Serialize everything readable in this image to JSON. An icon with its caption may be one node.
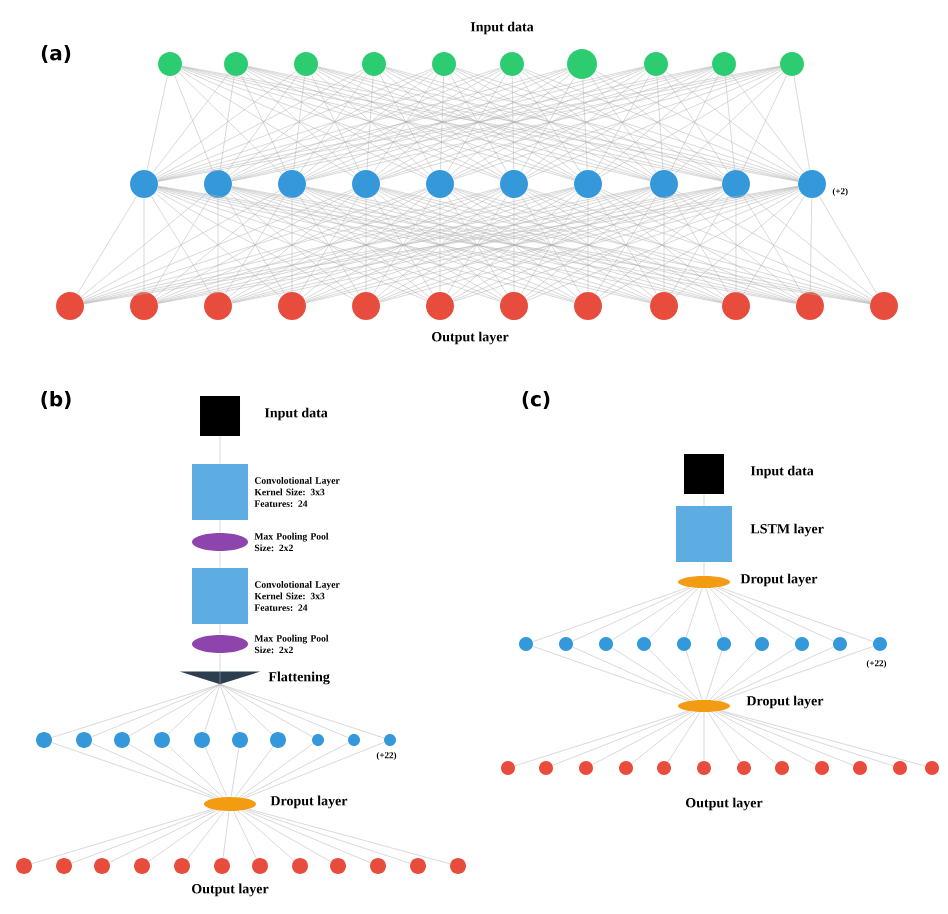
{
  "diagram": {
    "nodes": [
      {
        "text": [],
        "shape": "circle"
      },
      {
        "text": [],
        "shape": "circle"
      },
      {
        "text": [],
        "shape": "circle"
      },
      {
        "text": [],
        "shape": "circle"
      },
      {
        "text": [],
        "shape": "circle"
      },
      {
        "text": [],
        "shape": "circle"
      },
      {
        "text": [],
        "shape": "circle"
      },
      {
        "text": [],
        "shape": "circle"
      },
      {
        "text": [],
        "shape": "circle"
      },
      {
        "text": [],
        "shape": "circle"
      },
      {
        "text": [],
        "shape": "circle"
      },
      {
        "text": [],
        "shape": "circle"
      },
      {
        "text": [],
        "shape": "circle"
      },
      {
        "text": [],
        "shape": "circle"
      },
      {
        "text": [],
        "shape": "circle"
      },
      {
        "text": [],
        "shape": "circle"
      },
      {
        "text": [],
        "shape": "circle"
      },
      {
        "text": [],
        "shape": "circle"
      },
      {
        "text": [],
        "shape": "circle"
      },
      {
        "text": [],
        "shape": "circle",
        "beside": [
          "(+2)"
        ]
      },
      {
        "text": [],
        "shape": "circle"
      },
      {
        "text": [],
        "shape": "circle"
      },
      {
        "text": [],
        "shape": "circle"
      },
      {
        "text": [],
        "shape": "circle"
      },
      {
        "text": [],
        "shape": "circle"
      },
      {
        "text": [],
        "shape": "circle"
      },
      {
        "text": [],
        "shape": "circle"
      },
      {
        "text": [],
        "shape": "circle"
      },
      {
        "text": [],
        "shape": "circle"
      },
      {
        "text": [],
        "shape": "circle"
      },
      {
        "text": [],
        "shape": "circle"
      },
      {
        "text": [],
        "shape": "circle"
      },
      {
        "text": [],
        "shape": "box",
        "beside": [
          "Input data"
        ]
      },
      {
        "text": [],
        "shape": "box",
        "beside": [
          "Convolotional Layer Kernel Size: 3x3 Features: 24"
        ]
      },
      {
        "text": [],
        "shape": "ellipse",
        "beside": [
          "Max Pooling Pool Size: 2x2"
        ]
      },
      {
        "text": [],
        "shape": "box",
        "beside": [
          "Convolotional Layer Kernel Size: 3x3 Features: 24"
        ]
      },
      {
        "text": [],
        "shape": "ellipse",
        "beside": [
          "Max Pooling Pool Size: 2x2"
        ]
      },
      {
        "text": [],
        "shape": "triangle",
        "beside": [
          "Flattening"
        ]
      },
      {
        "text": [],
        "shape": "circle"
      },
      {
        "text": [],
        "shape": "circle"
      },
      {
        "text": [],
        "shape": "circle"
      },
      {
        "text": [],
        "shape": "circle"
      },
      {
        "text": [],
        "shape": "circle"
      },
      {
        "text": [],
        "shape": "circle"
      },
      {
        "text": [],
        "shape": "circle"
      },
      {
        "text": [],
        "shape": "circle"
      },
      {
        "text": [],
        "shape": "circle"
      },
      {
        "text": [],
        "shape": "circle",
        "beside": [
          "(+22)"
        ]
      },
      {
        "text": [],
        "shape": "ellipse",
        "beside": [
          "Droput layer"
        ]
      },
      {
        "text": [],
        "shape": "circle"
      },
      {
        "text": [],
        "shape": "circle"
      },
      {
        "text": [],
        "shape": "circle"
      },
      {
        "text": [],
        "shape": "circle"
      },
      {
        "text": [],
        "shape": "circle"
      },
      {
        "text": [],
        "shape": "circle"
      },
      {
        "text": [],
        "shape": "circle"
      },
      {
        "text": [],
        "shape": "circle"
      },
      {
        "text": [],
        "shape": "circle"
      },
      {
        "text": [],
        "shape": "circle"
      },
      {
        "text": [],
        "shape": "circle"
      },
      {
        "text": [],
        "shape": "circle"
      },
      {
        "text": [],
        "shape": "box",
        "beside": [
          "Input data"
        ]
      },
      {
        "text": [],
        "shape": "box",
        "beside": [
          "LSTM layer"
        ]
      },
      {
        "text": [],
        "shape": "ellipse",
        "beside": [
          "Droput layer"
        ]
      },
      {
        "text": [],
        "shape": "circle"
      },
      {
        "text": [],
        "shape": "circle"
      },
      {
        "text": [],
        "shape": "circle"
      },
      {
        "text": [],
        "shape": "circle"
      },
      {
        "text": [],
        "shape": "circle"
      },
      {
        "text": [],
        "shape": "circle"
      },
      {
        "text": [],
        "shape": "circle"
      },
      {
        "text": [],
        "shape": "circle"
      },
      {
        "text": [],
        "shape": "circle"
      },
      {
        "text": [],
        "shape": "circle",
        "beside": [
          "(+22)"
        ]
      },
      {
        "text": [],
        "shape": "ellipse",
        "beside": [
          "Droput layer"
        ]
      },
      {
        "text": [],
        "shape": "circle"
      },
      {
        "text": [],
        "shape": "circle"
      },
      {
        "text": [],
        "shape": "circle"
      },
      {
        "text": [],
        "shape": "circle"
      },
      {
        "text": [],
        "shape": "circle"
      },
      {
        "text": [],
        "shape": "circle"
      },
      {
        "text": [],
        "shape": "circle"
      },
      {
        "text": [],
        "shape": "circle"
      },
      {
        "text": [],
        "shape": "circle"
      },
      {
        "text": [],
        "shape": "circle"
      },
      {
        "text": [],
        "shape": "circle"
      },
      {
        "text": [],
        "shape": "circle"
      }
    ],
    "edges": [
      {
        "from": 0,
        "to": 10,
        "arrow": "none"
      },
      {
        "from": 0,
        "to": 11,
        "arrow": "none"
      },
      {
        "from": 0,
        "to": 12,
        "arrow": "none"
      },
      {
        "from": 0,
        "to": 13,
        "arrow": "none"
      },
      {
        "from": 0,
        "to": 14,
        "arrow": "none"
      },
      {
        "from": 0,
        "to": 15,
        "arrow": "none"
      },
      {
        "from": 0,
        "to": 16,
        "arrow": "none"
      },
      {
        "from": 0,
        "to": 17,
        "arrow": "none"
      },
      {
        "from": 0,
        "to": 18,
        "arrow": "none"
      },
      {
        "from": 0,
        "to": 19,
        "arrow": "none"
      },
      {
        "from": 1,
        "to": 10,
        "arrow": "none"
      },
      {
        "from": 1,
        "to": 11,
        "arrow": "none"
      },
      {
        "from": 1,
        "to": 12,
        "arrow": "none"
      },
      {
        "from": 1,
        "to": 13,
        "arrow": "none"
      },
      {
        "from": 1,
        "to": 14,
        "arrow": "none"
      },
      {
        "from": 1,
        "to": 15,
        "arrow": "none"
      },
      {
        "from": 1,
        "to": 16,
        "arrow": "none"
      },
      {
        "from": 1,
        "to": 17,
        "arrow": "none"
      },
      {
        "from": 1,
        "to": 18,
        "arrow": "none"
      },
      {
        "from": 1,
        "to": 19,
        "arrow": "none"
      },
      {
        "from": 2,
        "to": 10,
        "arrow": "none"
      },
      {
        "from": 2,
        "to": 11,
        "arrow": "none"
      },
      {
        "from": 2,
        "to": 12,
        "arrow": "none"
      },
      {
        "from": 2,
        "to": 13,
        "arrow": "none"
      },
      {
        "from": 2,
        "to": 14,
        "arrow": "none"
      },
      {
        "from": 2,
        "to": 15,
        "arrow": "none"
      },
      {
        "from": 2,
        "to": 16,
        "arrow": "none"
      },
      {
        "from": 2,
        "to": 17,
        "arrow": "none"
      },
      {
        "from": 2,
        "to": 18,
        "arrow": "none"
      },
      {
        "from": 2,
        "to": 19,
        "arrow": "none"
      },
      {
        "from": 3,
        "to": 10,
        "arrow": "none"
      },
      {
        "from": 3,
        "to": 11,
        "arrow": "none"
      },
      {
        "from": 3,
        "to": 12,
        "arrow": "none"
      },
      {
        "from": 3,
        "to": 13,
        "arrow": "none"
      },
      {
        "from": 3,
        "to": 14,
        "arrow": "none"
      },
      {
        "from": 3,
        "to": 15,
        "arrow": "none"
      },
      {
        "from": 3,
        "to": 16,
        "arrow": "none"
      },
      {
        "from": 3,
        "to": 17,
        "arrow": "none"
      },
      {
        "from": 3,
        "to": 18,
        "arrow": "none"
      },
      {
        "from": 3,
        "to": 19,
        "arrow": "none"
      },
      {
        "from": 4,
        "to": 10,
        "arrow": "none"
      },
      {
        "from": 4,
        "to": 11,
        "arrow": "none"
      },
      {
        "from": 4,
        "to": 12,
        "arrow": "none"
      },
      {
        "from": 4,
        "to": 13,
        "arrow": "none"
      },
      {
        "from": 4,
        "to": 14,
        "arrow": "none"
      },
      {
        "from": 4,
        "to": 15,
        "arrow": "none"
      },
      {
        "from": 4,
        "to": 16,
        "arrow": "none"
      },
      {
        "from": 4,
        "to": 17,
        "arrow": "none"
      },
      {
        "from": 4,
        "to": 18,
        "arrow": "none"
      },
      {
        "from": 4,
        "to": 19,
        "arrow": "none"
      },
      {
        "from": 5,
        "to": 10,
        "arrow": "none"
      },
      {
        "from": 5,
        "to": 11,
        "arrow": "none"
      },
      {
        "from": 5,
        "to": 12,
        "arrow": "none"
      },
      {
        "from": 5,
        "to": 13,
        "arrow": "none"
      },
      {
        "from": 5,
        "to": 14,
        "arrow": "none"
      },
      {
        "from": 5,
        "to": 15,
        "arrow": "none"
      },
      {
        "from": 5,
        "to": 16,
        "arrow": "none"
      },
      {
        "from": 5,
        "to": 17,
        "arrow": "none"
      },
      {
        "from": 5,
        "to": 18,
        "arrow": "none"
      },
      {
        "from": 5,
        "to": 19,
        "arrow": "none"
      },
      {
        "from": 6,
        "to": 10,
        "arrow": "none"
      },
      {
        "from": 6,
        "to": 11,
        "arrow": "none"
      },
      {
        "from": 6,
        "to": 12,
        "arrow": "none"
      },
      {
        "from": 6,
        "to": 13,
        "arrow": "none"
      },
      {
        "from": 6,
        "to": 14,
        "arrow": "none"
      },
      {
        "from": 6,
        "to": 15,
        "arrow": "none"
      },
      {
        "from": 6,
        "to": 16,
        "arrow": "none"
      },
      {
        "from": 6,
        "to": 17,
        "arrow": "none"
      },
      {
        "from": 6,
        "to": 18,
        "arrow": "none"
      },
      {
        "from": 6,
        "to": 19,
        "arrow": "none"
      },
      {
        "from": 7,
        "to": 10,
        "arrow": "none"
      },
      {
        "from": 7,
        "to": 11,
        "arrow": "none"
      },
      {
        "from": 7,
        "to": 12,
        "arrow": "none"
      },
      {
        "from": 7,
        "to": 13,
        "arrow": "none"
      },
      {
        "from": 7,
        "to": 14,
        "arrow": "none"
      },
      {
        "from": 7,
        "to": 15,
        "arrow": "none"
      },
      {
        "from": 7,
        "to": 16,
        "arrow": "none"
      },
      {
        "from": 7,
        "to": 17,
        "arrow": "none"
      },
      {
        "from": 7,
        "to": 18,
        "arrow": "none"
      },
      {
        "from": 7,
        "to": 19,
        "arrow": "none"
      },
      {
        "from": 8,
        "to": 10,
        "arrow": "none"
      },
      {
        "from": 8,
        "to": 11,
        "arrow": "none"
      },
      {
        "from": 8,
        "to": 12,
        "arrow": "none"
      },
      {
        "from": 8,
        "to": 13,
        "arrow": "none"
      },
      {
        "from": 8,
        "to": 14,
        "arrow": "none"
      },
      {
        "from": 8,
        "to": 15,
        "arrow": "none"
      },
      {
        "from": 8,
        "to": 16,
        "arrow": "none"
      },
      {
        "from": 8,
        "to": 17,
        "arrow": "none"
      },
      {
        "from": 8,
        "to": 18,
        "arrow": "none"
      },
      {
        "from": 8,
        "to": 19,
        "arrow": "none"
      },
      {
        "from": 9,
        "to": 10,
        "arrow": "none"
      },
      {
        "from": 9,
        "to": 11,
        "arrow": "none"
      },
      {
        "from": 9,
        "to": 12,
        "arrow": "none"
      },
      {
        "from": 9,
        "to": 13,
        "arrow": "none"
      },
      {
        "from": 9,
        "to": 14,
        "arrow": "none"
      },
      {
        "from": 9,
        "to": 15,
        "arrow": "none"
      },
      {
        "from": 9,
        "to": 16,
        "arrow": "none"
      },
      {
        "from": 9,
        "to": 17,
        "arrow": "none"
      },
      {
        "from": 9,
        "to": 18,
        "arrow": "none"
      },
      {
        "from": 9,
        "to": 19,
        "arrow": "none"
      },
      {
        "from": 10,
        "to": 20,
        "arrow": "none"
      },
      {
        "from": 10,
        "to": 21,
        "arrow": "none"
      },
      {
        "from": 10,
        "to": 22,
        "arrow": "none"
      },
      {
        "from": 10,
        "to": 23,
        "arrow": "none"
      },
      {
        "from": 10,
        "to": 24,
        "arrow": "none"
      },
      {
        "from": 10,
        "to": 25,
        "arrow": "none"
      },
      {
        "from": 10,
        "to": 26,
        "arrow": "none"
      },
      {
        "from": 10,
        "to": 27,
        "arrow": "none"
      },
      {
        "from": 10,
        "to": 28,
        "arrow": "none"
      },
      {
        "from": 10,
        "to": 29,
        "arrow": "none"
      },
      {
        "from": 10,
        "to": 30,
        "arrow": "none"
      },
      {
        "from": 10,
        "to": 31,
        "arrow": "none"
      },
      {
        "from": 11,
        "to": 20,
        "arrow": "none"
      },
      {
        "from": 11,
        "to": 21,
        "arrow": "none"
      },
      {
        "from": 11,
        "to": 22,
        "arrow": "none"
      },
      {
        "from": 11,
        "to": 23,
        "arrow": "none"
      },
      {
        "from": 11,
        "to": 24,
        "arrow": "none"
      },
      {
        "from": 11,
        "to": 25,
        "arrow": "none"
      },
      {
        "from": 11,
        "to": 26,
        "arrow": "none"
      },
      {
        "from": 11,
        "to": 27,
        "arrow": "none"
      },
      {
        "from": 11,
        "to": 28,
        "arrow": "none"
      },
      {
        "from": 11,
        "to": 29,
        "arrow": "none"
      },
      {
        "from": 11,
        "to": 30,
        "arrow": "none"
      },
      {
        "from": 11,
        "to": 31,
        "arrow": "none"
      },
      {
        "from": 12,
        "to": 20,
        "arrow": "none"
      },
      {
        "from": 12,
        "to": 21,
        "arrow": "none"
      },
      {
        "from": 12,
        "to": 22,
        "arrow": "none"
      },
      {
        "from": 12,
        "to": 23,
        "arrow": "none"
      },
      {
        "from": 12,
        "to": 24,
        "arrow": "none"
      },
      {
        "from": 12,
        "to": 25,
        "arrow": "none"
      },
      {
        "from": 12,
        "to": 26,
        "arrow": "none"
      },
      {
        "from": 12,
        "to": 27,
        "arrow": "none"
      },
      {
        "from": 12,
        "to": 28,
        "arrow": "none"
      },
      {
        "from": 12,
        "to": 29,
        "arrow": "none"
      },
      {
        "from": 12,
        "to": 30,
        "arrow": "none"
      },
      {
        "from": 12,
        "to": 31,
        "arrow": "none"
      },
      {
        "from": 13,
        "to": 20,
        "arrow": "none"
      },
      {
        "from": 13,
        "to": 21,
        "arrow": "none"
      },
      {
        "from": 13,
        "to": 22,
        "arrow": "none"
      },
      {
        "from": 13,
        "to": 23,
        "arrow": "none"
      },
      {
        "from": 13,
        "to": 24,
        "arrow": "none"
      },
      {
        "from": 13,
        "to": 25,
        "arrow": "none"
      },
      {
        "from": 13,
        "to": 26,
        "arrow": "none"
      },
      {
        "from": 13,
        "to": 27,
        "arrow": "none"
      },
      {
        "from": 13,
        "to": 28,
        "arrow": "none"
      },
      {
        "from": 13,
        "to": 29,
        "arrow": "none"
      },
      {
        "from": 13,
        "to": 30,
        "arrow": "none"
      },
      {
        "from": 13,
        "to": 31,
        "arrow": "none"
      },
      {
        "from": 14,
        "to": 20,
        "arrow": "none"
      },
      {
        "from": 14,
        "to": 21,
        "arrow": "none"
      },
      {
        "from": 14,
        "to": 22,
        "arrow": "none"
      },
      {
        "from": 14,
        "to": 23,
        "arrow": "none"
      },
      {
        "from": 14,
        "to": 24,
        "arrow": "none"
      },
      {
        "from": 14,
        "to": 25,
        "arrow": "none"
      },
      {
        "from": 14,
        "to": 26,
        "arrow": "none"
      },
      {
        "from": 14,
        "to": 27,
        "arrow": "none"
      },
      {
        "from": 14,
        "to": 28,
        "arrow": "none"
      },
      {
        "from": 14,
        "to": 29,
        "arrow": "none"
      },
      {
        "from": 14,
        "to": 30,
        "arrow": "none"
      },
      {
        "from": 14,
        "to": 31,
        "arrow": "none"
      },
      {
        "from": 15,
        "to": 20,
        "arrow": "none"
      },
      {
        "from": 15,
        "to": 21,
        "arrow": "none"
      },
      {
        "from": 15,
        "to": 22,
        "arrow": "none"
      },
      {
        "from": 15,
        "to": 23,
        "arrow": "none"
      },
      {
        "from": 15,
        "to": 24,
        "arrow": "none"
      },
      {
        "from": 15,
        "to": 25,
        "arrow": "none"
      },
      {
        "from": 15,
        "to": 26,
        "arrow": "none"
      },
      {
        "from": 15,
        "to": 27,
        "arrow": "none"
      },
      {
        "from": 15,
        "to": 28,
        "arrow": "none"
      },
      {
        "from": 15,
        "to": 29,
        "arrow": "none"
      },
      {
        "from": 15,
        "to": 30,
        "arrow": "none"
      },
      {
        "from": 15,
        "to": 31,
        "arrow": "none"
      },
      {
        "from": 16,
        "to": 20,
        "arrow": "none"
      },
      {
        "from": 16,
        "to": 21,
        "arrow": "none"
      },
      {
        "from": 16,
        "to": 22,
        "arrow": "none"
      },
      {
        "from": 16,
        "to": 23,
        "arrow": "none"
      },
      {
        "from": 16,
        "to": 24,
        "arrow": "none"
      },
      {
        "from": 16,
        "to": 25,
        "arrow": "none"
      },
      {
        "from": 16,
        "to": 26,
        "arrow": "none"
      },
      {
        "from": 16,
        "to": 27,
        "arrow": "none"
      },
      {
        "from": 16,
        "to": 28,
        "arrow": "none"
      },
      {
        "from": 16,
        "to": 29,
        "arrow": "none"
      },
      {
        "from": 16,
        "to": 30,
        "arrow": "none"
      },
      {
        "from": 16,
        "to": 31,
        "arrow": "none"
      },
      {
        "from": 17,
        "to": 20,
        "arrow": "none"
      },
      {
        "from": 17,
        "to": 21,
        "arrow": "none"
      },
      {
        "from": 17,
        "to": 22,
        "arrow": "none"
      },
      {
        "from": 17,
        "to": 23,
        "arrow": "none"
      },
      {
        "from": 17,
        "to": 24,
        "arrow": "none"
      },
      {
        "from": 17,
        "to": 25,
        "arrow": "none"
      },
      {
        "from": 17,
        "to": 26,
        "arrow": "none"
      },
      {
        "from": 17,
        "to": 27,
        "arrow": "none"
      },
      {
        "from": 17,
        "to": 28,
        "arrow": "none"
      },
      {
        "from": 17,
        "to": 29,
        "arrow": "none"
      },
      {
        "from": 17,
        "to": 30,
        "arrow": "none"
      },
      {
        "from": 17,
        "to": 31,
        "arrow": "none"
      },
      {
        "from": 18,
        "to": 20,
        "arrow": "none"
      },
      {
        "from": 18,
        "to": 21,
        "arrow": "none"
      },
      {
        "from": 18,
        "to": 22,
        "arrow": "none"
      },
      {
        "from": 18,
        "to": 23,
        "arrow": "none"
      },
      {
        "from": 18,
        "to": 24,
        "arrow": "none"
      },
      {
        "from": 18,
        "to": 25,
        "arrow": "none"
      },
      {
        "from": 18,
        "to": 26,
        "arrow": "none"
      },
      {
        "from": 18,
        "to": 27,
        "arrow": "none"
      },
      {
        "from": 18,
        "to": 28,
        "arrow": "none"
      },
      {
        "from": 18,
        "to": 29,
        "arrow": "none"
      },
      {
        "from": 18,
        "to": 30,
        "arrow": "none"
      },
      {
        "from": 18,
        "to": 31,
        "arrow": "none"
      },
      {
        "from": 19,
        "to": 20,
        "arrow": "none"
      },
      {
        "from": 19,
        "to": 21,
        "arrow": "none"
      },
      {
        "from": 19,
        "to": 22,
        "arrow": "none"
      },
      {
        "from": 19,
        "to": 23,
        "arrow": "none"
      },
      {
        "from": 19,
        "to": 24,
        "arrow": "none"
      },
      {
        "from": 19,
        "to": 25,
        "arrow": "none"
      },
      {
        "from": 19,
        "to": 26,
        "arrow": "none"
      },
      {
        "from": 19,
        "to": 27,
        "arrow": "none"
      },
      {
        "from": 19,
        "to": 28,
        "arrow": "none"
      },
      {
        "from": 19,
        "to": 29,
        "arrow": "none"
      },
      {
        "from": 19,
        "to": 30,
        "arrow": "none"
      },
      {
        "from": 19,
        "to": 31,
        "arrow": "none"
      },
      {
        "from": 32,
        "to": 33,
        "arrow": "none"
      },
      {
        "from": 33,
        "to": 34,
        "arrow": "none"
      },
      {
        "from": 34,
        "to": 35,
        "arrow": "none"
      },
      {
        "from": 35,
        "to": 36,
        "arrow": "none"
      },
      {
        "from": 36,
        "to": 37,
        "arrow": "none"
      },
      {
        "from": 37,
        "to": 38,
        "arrow": "none"
      },
      {
        "from": 37,
        "to": 39,
        "arrow": "none"
      },
      {
        "from": 37,
        "to": 40,
        "arrow": "none"
      },
      {
        "from": 37,
        "to": 41,
        "arrow": "none"
      },
      {
        "from": 37,
        "to": 42,
        "arrow": "none"
      },
      {
        "from": 37,
        "to": 43,
        "arrow": "none"
      },
      {
        "from": 37,
        "to": 44,
        "arrow": "none"
      },
      {
        "from": 37,
        "to": 45,
        "arrow": "none"
      },
      {
        "from": 37,
        "to": 46,
        "arrow": "none"
      },
      {
        "from": 37,
        "to": 47,
        "arrow": "none"
      },
      {
        "from": 38,
        "to": 48,
        "arrow": "none"
      },
      {
        "from": 39,
        "to": 48,
        "arrow": "none"
      },
      {
        "from": 40,
        "to": 48,
        "arrow": "none"
      },
      {
        "from": 41,
        "to": 48,
        "arrow": "none"
      },
      {
        "from": 42,
        "to": 48,
        "arrow": "none"
      },
      {
        "from": 43,
        "to": 48,
        "arrow": "none"
      },
      {
        "from": 44,
        "to": 48,
        "arrow": "none"
      },
      {
        "from": 45,
        "to": 48,
        "arrow": "none"
      },
      {
        "from": 46,
        "to": 48,
        "arrow": "none"
      },
      {
        "from": 47,
        "to": 48,
        "arrow": "none"
      },
      {
        "from": 48,
        "to": 49,
        "arrow": "none"
      },
      {
        "from": 48,
        "to": 50,
        "arrow": "none"
      },
      {
        "from": 48,
        "to": 51,
        "arrow": "none"
      },
      {
        "from": 48,
        "to": 52,
        "arrow": "none"
      },
      {
        "from": 48,
        "to": 53,
        "arrow": "none"
      },
      {
        "from": 48,
        "to": 54,
        "arrow": "none"
      },
      {
        "from": 48,
        "to": 55,
        "arrow": "none"
      },
      {
        "from": 48,
        "to": 56,
        "arrow": "none"
      },
      {
        "from": 48,
        "to": 57,
        "arrow": "none"
      },
      {
        "from": 48,
        "to": 58,
        "arrow": "none"
      },
      {
        "from": 48,
        "to": 59,
        "arrow": "none"
      },
      {
        "from": 48,
        "to": 60,
        "arrow": "none"
      },
      {
        "from": 61,
        "to": 62,
        "arrow": "none"
      },
      {
        "from": 62,
        "to": 63,
        "arrow": "none"
      },
      {
        "from": 63,
        "to": 64,
        "arrow": "none"
      },
      {
        "from": 63,
        "to": 65,
        "arrow": "none"
      },
      {
        "from": 63,
        "to": 66,
        "arrow": "none"
      },
      {
        "from": 63,
        "to": 67,
        "arrow": "none"
      },
      {
        "from": 63,
        "to": 68,
        "arrow": "none"
      },
      {
        "from": 63,
        "to": 69,
        "arrow": "none"
      },
      {
        "from": 63,
        "to": 70,
        "arrow": "none"
      },
      {
        "from": 63,
        "to": 71,
        "arrow": "none"
      },
      {
        "from": 63,
        "to": 72,
        "arrow": "none"
      },
      {
        "from": 63,
        "to": 73,
        "arrow": "none"
      },
      {
        "from": 64,
        "to": 74,
        "arrow": "none"
      },
      {
        "from": 65,
        "to": 74,
        "arrow": "none"
      },
      {
        "from": 66,
        "to": 74,
        "arrow": "none"
      },
      {
        "from": 67,
        "to": 74,
        "arrow": "none"
      },
      {
        "from": 68,
        "to": 74,
        "arrow": "none"
      },
      {
        "from": 69,
        "to": 74,
        "arrow": "none"
      },
      {
        "from": 70,
        "to": 74,
        "arrow": "none"
      },
      {
        "from": 71,
        "to": 74,
        "arrow": "none"
      },
      {
        "from": 72,
        "to": 74,
        "arrow": "none"
      },
      {
        "from": 73,
        "to": 74,
        "arrow": "none"
      },
      {
        "from": 74,
        "to": 75,
        "arrow": "none"
      },
      {
        "from": 74,
        "to": 76,
        "arrow": "none"
      },
      {
        "from": 74,
        "to": 77,
        "arrow": "none"
      },
      {
        "from": 74,
        "to": 78,
        "arrow": "none"
      },
      {
        "from": 74,
        "to": 79,
        "arrow": "none"
      },
      {
        "from": 74,
        "to": 80,
        "arrow": "none"
      },
      {
        "from": 74,
        "to": 81,
        "arrow": "none"
      },
      {
        "from": 74,
        "to": 82,
        "arrow": "none"
      },
      {
        "from": 74,
        "to": 83,
        "arrow": "none"
      },
      {
        "from": 74,
        "to": 84,
        "arrow": "none"
      },
      {
        "from": 74,
        "to": 85,
        "arrow": "none"
      },
      {
        "from": 74,
        "to": 86,
        "arrow": "none"
      }
    ],
    "labels": [
      "Input data",
      "(a)",
      "Output layer",
      "(b)",
      "(c)",
      "Output layer",
      "Output layer"
    ]
  }
}
